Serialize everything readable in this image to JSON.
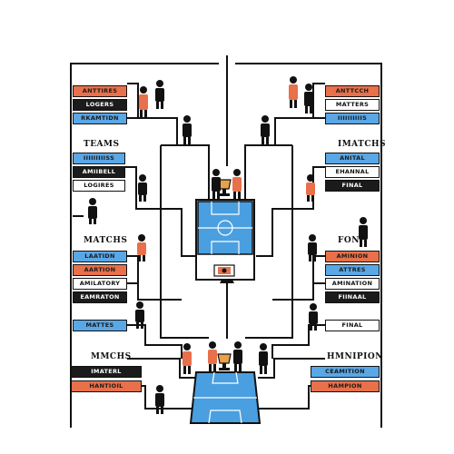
{
  "colors": {
    "orange": "#e8704a",
    "blue": "#5aa7e6",
    "dark": "#1b1b1b",
    "court": "#4a9fe0"
  },
  "left": {
    "group1": [
      "ANTTIRES",
      "LOGERS",
      "RKAMTIDN"
    ],
    "teams_heading": "TEAMS",
    "group2": [
      "IIIIIIIIISS",
      "AMIIBELL",
      "LOGIRES"
    ],
    "matchs_heading": "MATCHS",
    "group3": [
      "LAATIDN",
      "AARTION",
      "AMILATORY",
      "EAMRATON"
    ],
    "single": "MATTES",
    "bottom_heading": "MMCHS",
    "group4": [
      "IMATERL",
      "HANTIOIL"
    ]
  },
  "right": {
    "group1": [
      "ANTTCCH",
      "MATTERS",
      "IIIIIIIIIIS"
    ],
    "matches_heading": "IMATCHS",
    "group2": [
      "ANITAL",
      "EHANNAL",
      "FINAL"
    ],
    "fon_heading": "FON",
    "group3": [
      "AMINION",
      "ATTRES",
      "AMINATION",
      "FIINAAL"
    ],
    "single": "FINAL",
    "bottom_heading": "HMNIPION",
    "group4": [
      "CEAMITION",
      "HAMPION"
    ]
  },
  "icons": [
    "trophy-icon",
    "basketball-court-icon",
    "person-icon"
  ]
}
